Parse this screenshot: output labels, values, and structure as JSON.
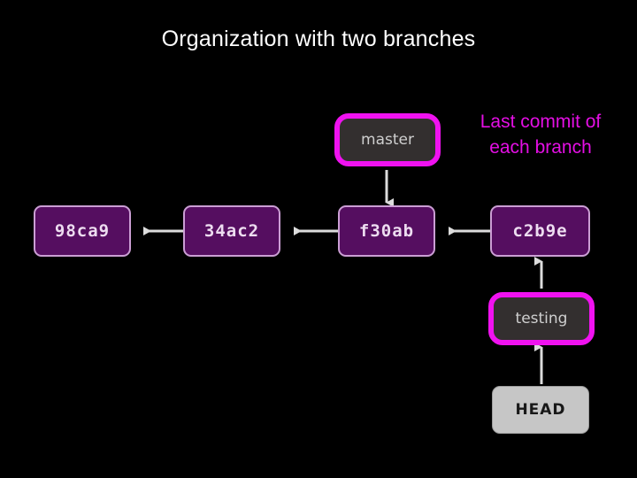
{
  "slide": {
    "title": "Organization with two branches",
    "background_color": "#000000",
    "title_color": "#ffffff"
  },
  "annotation": {
    "name": "last-commit-annotation",
    "color": "#e40fe4",
    "line1": "Last commit of",
    "line2": "each branch"
  },
  "colors": {
    "commit_fill": "#550e60",
    "commit_border": "#cb9ed4",
    "commit_text": "#eddcf0",
    "branch_fill": "#332f2f",
    "branch_border": "#f012f0",
    "branch_text": "#cfcfcf",
    "head_fill": "#c6c6c6",
    "head_text": "#181818",
    "arrow": "#dcdcdc"
  },
  "diagram": {
    "type": "git-branch-diagram",
    "commits": [
      {
        "id": "commit-98ca9",
        "label": "98ca9"
      },
      {
        "id": "commit-34ac2",
        "label": "34ac2"
      },
      {
        "id": "commit-f30ab",
        "label": "f30ab"
      },
      {
        "id": "commit-c2b9e",
        "label": "c2b9e"
      }
    ],
    "branches": [
      {
        "id": "branch-master",
        "label": "master",
        "points_to": "f30ab"
      },
      {
        "id": "branch-testing",
        "label": "testing",
        "points_to": "c2b9e"
      }
    ],
    "head": {
      "id": "head-pointer",
      "label": "HEAD",
      "points_to": "testing"
    },
    "edges": [
      {
        "from": "34ac2",
        "to": "98ca9",
        "direction": "left"
      },
      {
        "from": "f30ab",
        "to": "34ac2",
        "direction": "left"
      },
      {
        "from": "c2b9e",
        "to": "f30ab",
        "direction": "left"
      },
      {
        "from": "master",
        "to": "f30ab",
        "direction": "down"
      },
      {
        "from": "testing",
        "to": "c2b9e",
        "direction": "up"
      },
      {
        "from": "HEAD",
        "to": "testing",
        "direction": "up"
      }
    ]
  }
}
